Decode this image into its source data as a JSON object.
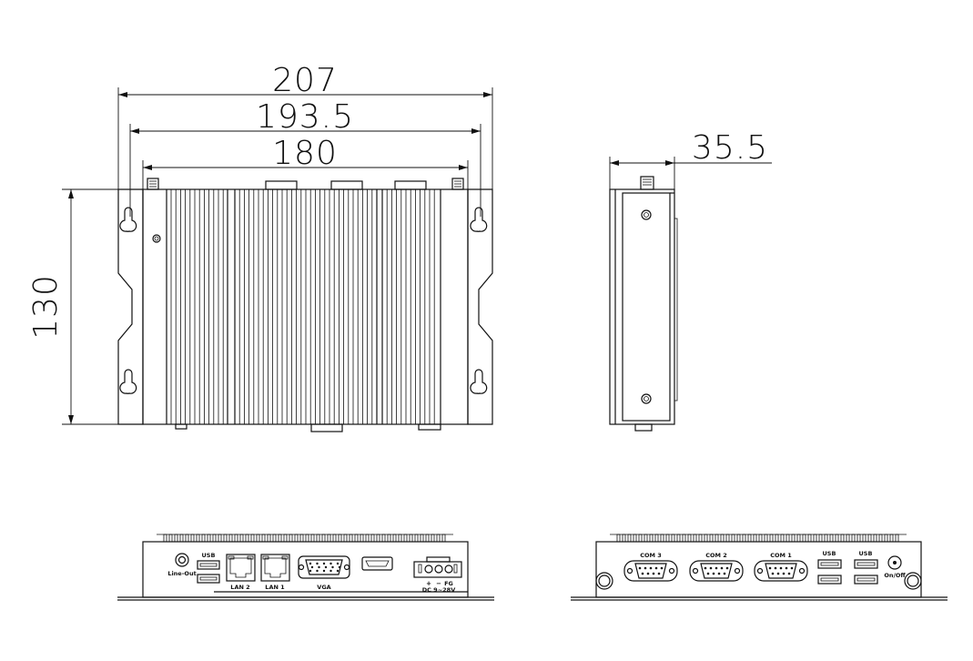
{
  "dimensions": {
    "overall_width": "207",
    "mount_width": "193.5",
    "body_width": "180",
    "height": "130",
    "depth": "35.5"
  },
  "front_panel": {
    "line_out": "Line-Out",
    "usb": "USB",
    "lan2": "LAN 2",
    "lan1": "LAN 1",
    "vga": "VGA",
    "dc_plus": "+",
    "dc_minus": "−",
    "dc_fg": "FG",
    "dc_input": "DC 9~28V"
  },
  "rear_panel": {
    "com3": "COM 3",
    "com2": "COM 2",
    "com1": "COM 1",
    "usb_a": "USB",
    "usb_b": "USB",
    "power": "On/Off"
  }
}
